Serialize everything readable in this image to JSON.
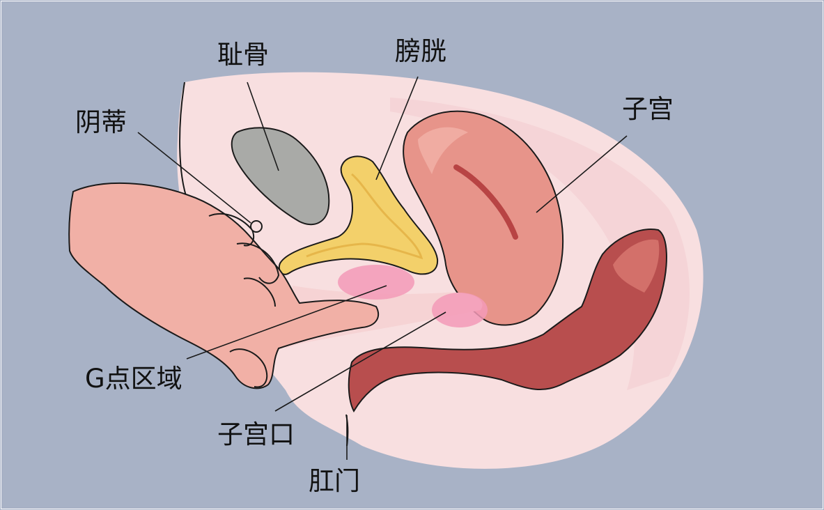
{
  "labels": {
    "pubic_bone": "耻骨",
    "bladder": "膀胱",
    "clitoris": "阴蒂",
    "uterus": "子宫",
    "g_spot": "G点区域",
    "cervix": "子宫口",
    "anus": "肛门"
  },
  "colors": {
    "background": "#a8b2c6",
    "body": "#f8dfe0",
    "bone": "#a9aaa7",
    "bladder": "#f3d06a",
    "uterus": "#e7948a",
    "rectum": "#b84e4e",
    "hand": "#f1b0a6",
    "highlight": "#f39ab7"
  }
}
